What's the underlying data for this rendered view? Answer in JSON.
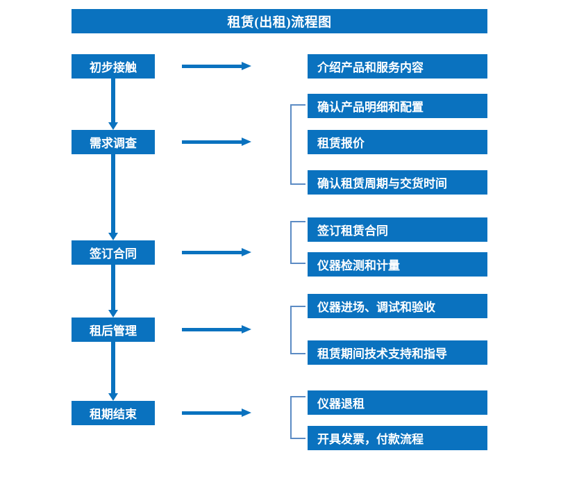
{
  "diagram": {
    "title": "租赁(出租)流程图",
    "accent_color": "#0A72BF",
    "bracket_color": "#5B8BC4",
    "text_color": "#FFFFFF",
    "background_color": "#FFFFFF"
  },
  "stages": [
    {
      "label": "初步接触"
    },
    {
      "label": "需求调查"
    },
    {
      "label": "签订合同"
    },
    {
      "label": "租后管理"
    },
    {
      "label": "租期结束"
    }
  ],
  "details": [
    {
      "label": "介绍产品和服务内容"
    },
    {
      "label": "确认产品明细和配置"
    },
    {
      "label": "租赁报价"
    },
    {
      "label": "确认租赁周期与交货时间"
    },
    {
      "label": "签订租赁合同"
    },
    {
      "label": "仪器检测和计量"
    },
    {
      "label": "仪器进场、调试和验收"
    },
    {
      "label": "租赁期间技术支持和指导"
    },
    {
      "label": "仪器退租"
    },
    {
      "label": "开具发票，付款流程"
    }
  ],
  "groups": [
    {
      "stage": "初步接触",
      "details": [
        "介绍产品和服务内容"
      ]
    },
    {
      "stage": "需求调查",
      "details": [
        "确认产品明细和配置",
        "租赁报价",
        "确认租赁周期与交货时间"
      ]
    },
    {
      "stage": "签订合同",
      "details": [
        "签订租赁合同",
        "仪器检测和计量"
      ]
    },
    {
      "stage": "租后管理",
      "details": [
        "仪器进场、调试和验收",
        "租赁期间技术支持和指导"
      ]
    },
    {
      "stage": "租期结束",
      "details": [
        "仪器退租",
        "开具发票，付款流程"
      ]
    }
  ],
  "connectors": {
    "horizontal_arrow_count": 5,
    "vertical_arrow_count": 4,
    "bracket_count": 4
  }
}
